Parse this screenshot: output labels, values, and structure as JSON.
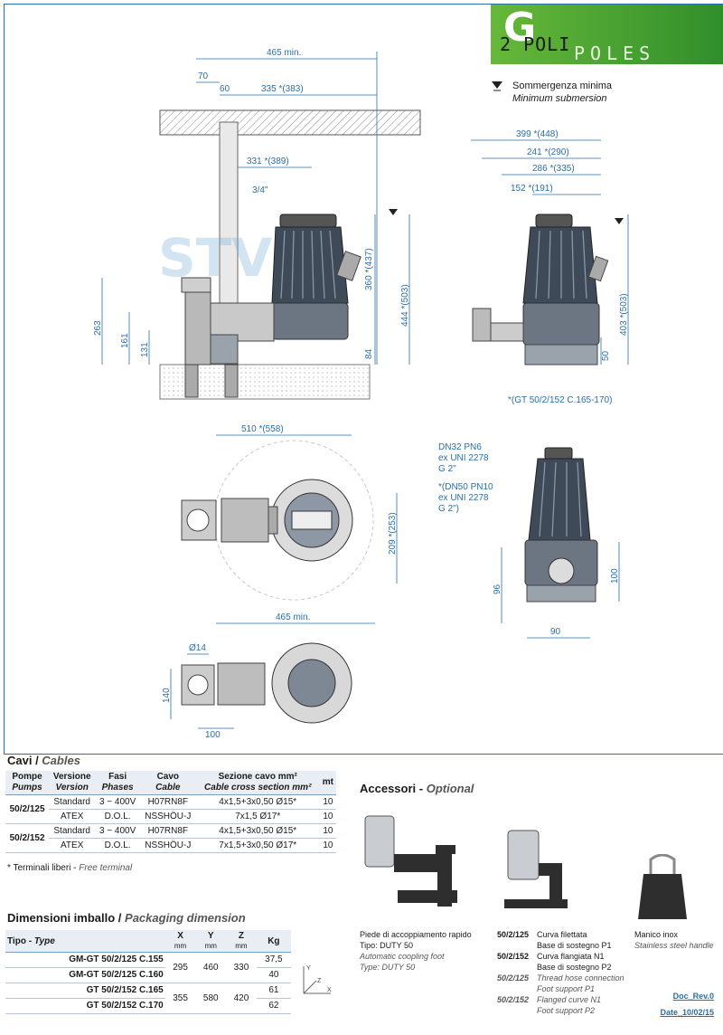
{
  "logo": {
    "g": "G",
    "poli": "2 POLI",
    "poles": "POLES"
  },
  "legend": {
    "it": "Sommergenza minima",
    "en": "Minimum submersion"
  },
  "dimensions": {
    "d465min_top": "465 min.",
    "d70": "70",
    "d60": "60",
    "d335": "335 *(383)",
    "d331": "331 *(389)",
    "d34": "3/4\"",
    "d263": "263",
    "d161": "161",
    "d131": "131",
    "d84": "84",
    "d360": "360 *(437)",
    "d444": "444 *(503)",
    "d399": "399 *(448)",
    "d241": "241 *(290)",
    "d286": "286 *(335)",
    "d152": "152 *(191)",
    "d403": "403 *(503)",
    "d50": "50",
    "d510": "510 *(558)",
    "d209": "209 *(253)",
    "d465min_bottom": "465 min.",
    "d96": "96",
    "d100v": "100",
    "d90": "90",
    "d14": "Ø14",
    "d140": "140",
    "d100h": "100"
  },
  "note_gt": "*(GT 50/2/152 C.165-170)",
  "dn": {
    "l1": "DN32 PN6",
    "l2": "ex UNI 2278",
    "l3": "G 2\"",
    "l4": "*(DN50 PN10",
    "l5": "ex UNI 2278",
    "l6": "G 2\")"
  },
  "cavi": {
    "title_it": "Cavi / ",
    "title_en": "Cables",
    "headers": [
      {
        "it": "Pompe",
        "en": "Pumps"
      },
      {
        "it": "Versione",
        "en": "Version"
      },
      {
        "it": "Fasi",
        "en": "Phases"
      },
      {
        "it": "Cavo",
        "en": "Cable"
      },
      {
        "it": "Sezione cavo mm²",
        "en": "Cable cross section mm²"
      },
      {
        "it": "mt",
        "en": ""
      }
    ],
    "rows": [
      {
        "pump": "50/2/125",
        "version": "Standard",
        "phase": "3 ~ 400V",
        "cable": "H07RN8F",
        "section": "4x1,5+3x0,50 Ø15*",
        "mt": "10"
      },
      {
        "pump": "",
        "version": "ATEX",
        "phase": "D.O.L.",
        "cable": "NSSHÖU-J",
        "section": "7x1,5 Ø17*",
        "mt": "10"
      },
      {
        "pump": "50/2/152",
        "version": "Standard",
        "phase": "3 ~ 400V",
        "cable": "H07RN8F",
        "section": "4x1,5+3x0,50 Ø15*",
        "mt": "10"
      },
      {
        "pump": "",
        "version": "ATEX",
        "phase": "D.O.L.",
        "cable": "NSSHÖU-J",
        "section": "7x1,5+3x0,50 Ø17*",
        "mt": "10"
      }
    ],
    "footnote_it": "* Terminali liberi - ",
    "footnote_en": "Free terminal"
  },
  "packaging": {
    "title_it": "Dimensioni imballo / ",
    "title_en": "Packaging dimension",
    "headers": {
      "type_it": "Tipo - ",
      "type_en": "Type",
      "x": "X",
      "y": "Y",
      "z": "Z",
      "kg": "Kg",
      "unit": "mm"
    },
    "rows": [
      {
        "type": "GM-GT 50/2/125 C.155",
        "x": "295",
        "y": "460",
        "z": "330",
        "kg": "37,5"
      },
      {
        "type": "GM-GT 50/2/125 C.160",
        "kg": "40"
      },
      {
        "type": "GT 50/2/152 C.165",
        "x": "355",
        "y": "580",
        "z": "420",
        "kg": "61"
      },
      {
        "type": "GT 50/2/152 C.170",
        "kg": "62"
      }
    ],
    "axes": {
      "x": "X",
      "y": "Y",
      "z": "Z"
    }
  },
  "accessories": {
    "title_it": "Accessori - ",
    "title_en": "Optional",
    "foot": {
      "l1": "Piede di accoppiamento rapido",
      "l2": "Tipo: DUTY 50",
      "l3": "Automatic coopling foot",
      "l4": "Type: DUTY 50"
    },
    "curve": [
      {
        "code": "50/2/125",
        "it1": "Curva filettata",
        "it2": "Base di sostegno P1"
      },
      {
        "code": "50/2/152",
        "it1": "Curva flangiata N1",
        "it2": "Base di sostegno P2"
      },
      {
        "code": "50/2/125",
        "en1": "Thread hose connection",
        "en2": "Foot support P1"
      },
      {
        "code": "50/2/152",
        "en1": "Flanged curve N1",
        "en2": "Foot support P2"
      }
    ],
    "handle": {
      "it": "Manico inox",
      "en": "Stainless steel handle"
    }
  },
  "doc": {
    "rev": "Doc_Rev.0",
    "date": "Date_10/02/15"
  },
  "colors": {
    "dim": "#2a6fa8",
    "logo": "#4aa535"
  }
}
